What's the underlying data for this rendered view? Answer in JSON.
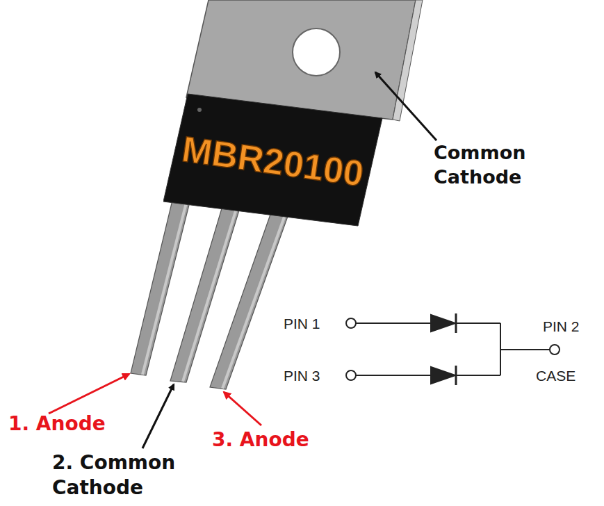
{
  "diagram": {
    "nodes": [
      {
        "text": [
          "MBR20100"
        ]
      }
    ],
    "labels": [
      "Common Cathode",
      "1. Anode",
      "2. Common Cathode",
      "3. Anode",
      "PIN 1",
      "PIN 3",
      "PIN 2",
      "CASE"
    ]
  }
}
